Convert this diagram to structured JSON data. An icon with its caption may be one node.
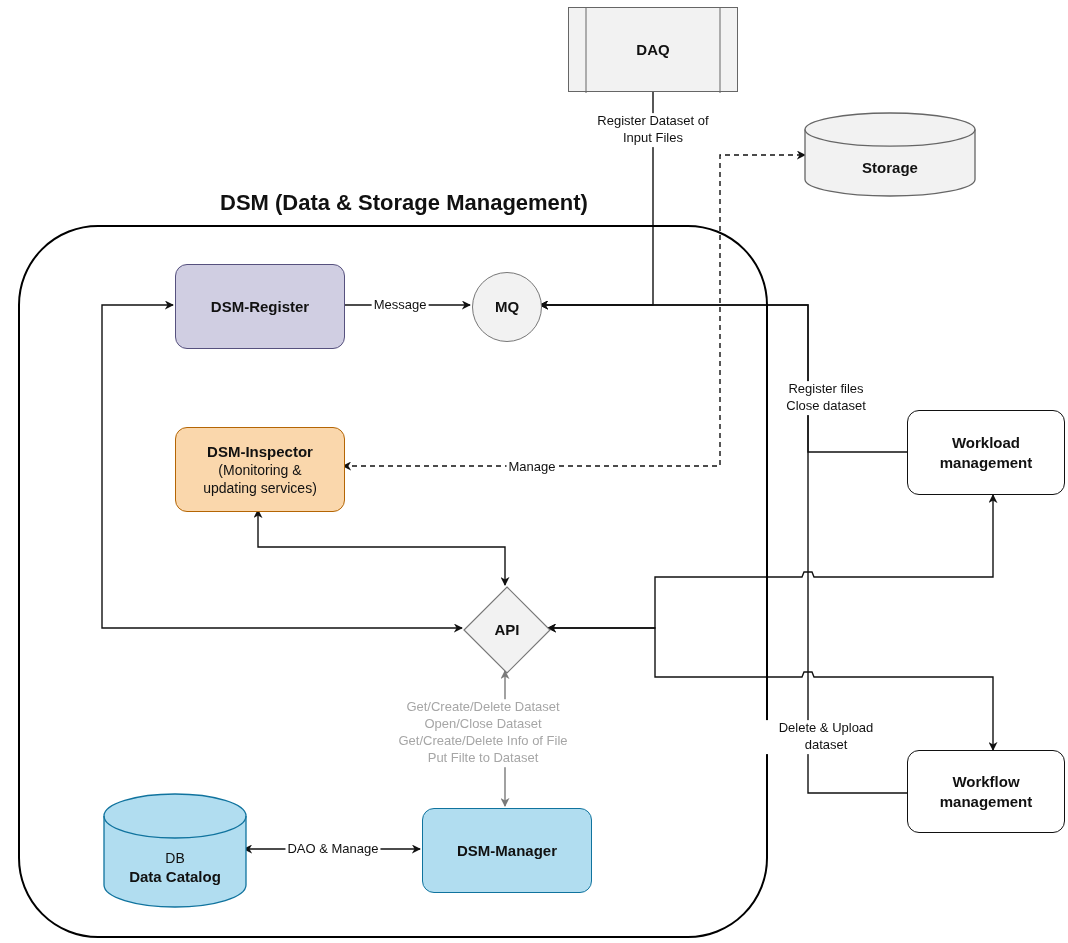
{
  "diagram": {
    "nodes": [
      {
        "text": [
          "DSM (Data & Storage Management)"
        ]
      },
      {
        "text": [
          "DAQ"
        ]
      },
      {
        "text": [
          "Storage"
        ]
      },
      {
        "text": [
          "DSM-Register"
        ],
        "in": 0
      },
      {
        "text": [
          "MQ"
        ],
        "in": 0
      },
      {
        "text": [
          "DSM-Inspector",
          "(Monitoring & updating services)"
        ],
        "in": 0
      },
      {
        "text": [
          "API"
        ],
        "in": 0
      },
      {
        "text": [
          "DB",
          "Data Catalog"
        ],
        "in": 0
      },
      {
        "text": [
          "DSM-Manager"
        ],
        "in": 0
      },
      {
        "text": [
          "Workload management"
        ]
      },
      {
        "text": [
          "Workflow management"
        ]
      }
    ],
    "edges": [
      {
        "from": 3,
        "to": 4,
        "arrow": "to",
        "label": "Message"
      },
      {
        "from": 1,
        "to": 4,
        "arrow": "to",
        "label": "Register Dataset of Input Files"
      },
      {
        "from": 9,
        "to": 4,
        "arrow": "to",
        "label": "Register files Close dataset"
      },
      {
        "from": 10,
        "to": 4,
        "arrow": "to",
        "label": "Delete & Upload dataset"
      },
      {
        "from": 5,
        "to": 2,
        "arrow": "both",
        "label": "Manage",
        "style": "dashed"
      },
      {
        "from": 5,
        "to": 6,
        "arrow": "both"
      },
      {
        "from": 6,
        "to": 3,
        "arrow": "both"
      },
      {
        "from": 6,
        "to": 9,
        "arrow": "both"
      },
      {
        "from": 6,
        "to": 10,
        "arrow": "both"
      },
      {
        "from": 6,
        "to": 8,
        "arrow": "both",
        "label": "Get/Create/Delete Dataset Open/Close Dataset Get/Create/Delete Info of File Put Filte to Dataset",
        "color": "#7a7a7a"
      },
      {
        "from": 7,
        "to": 8,
        "arrow": "both",
        "label": "DAO & Manage"
      }
    ]
  }
}
